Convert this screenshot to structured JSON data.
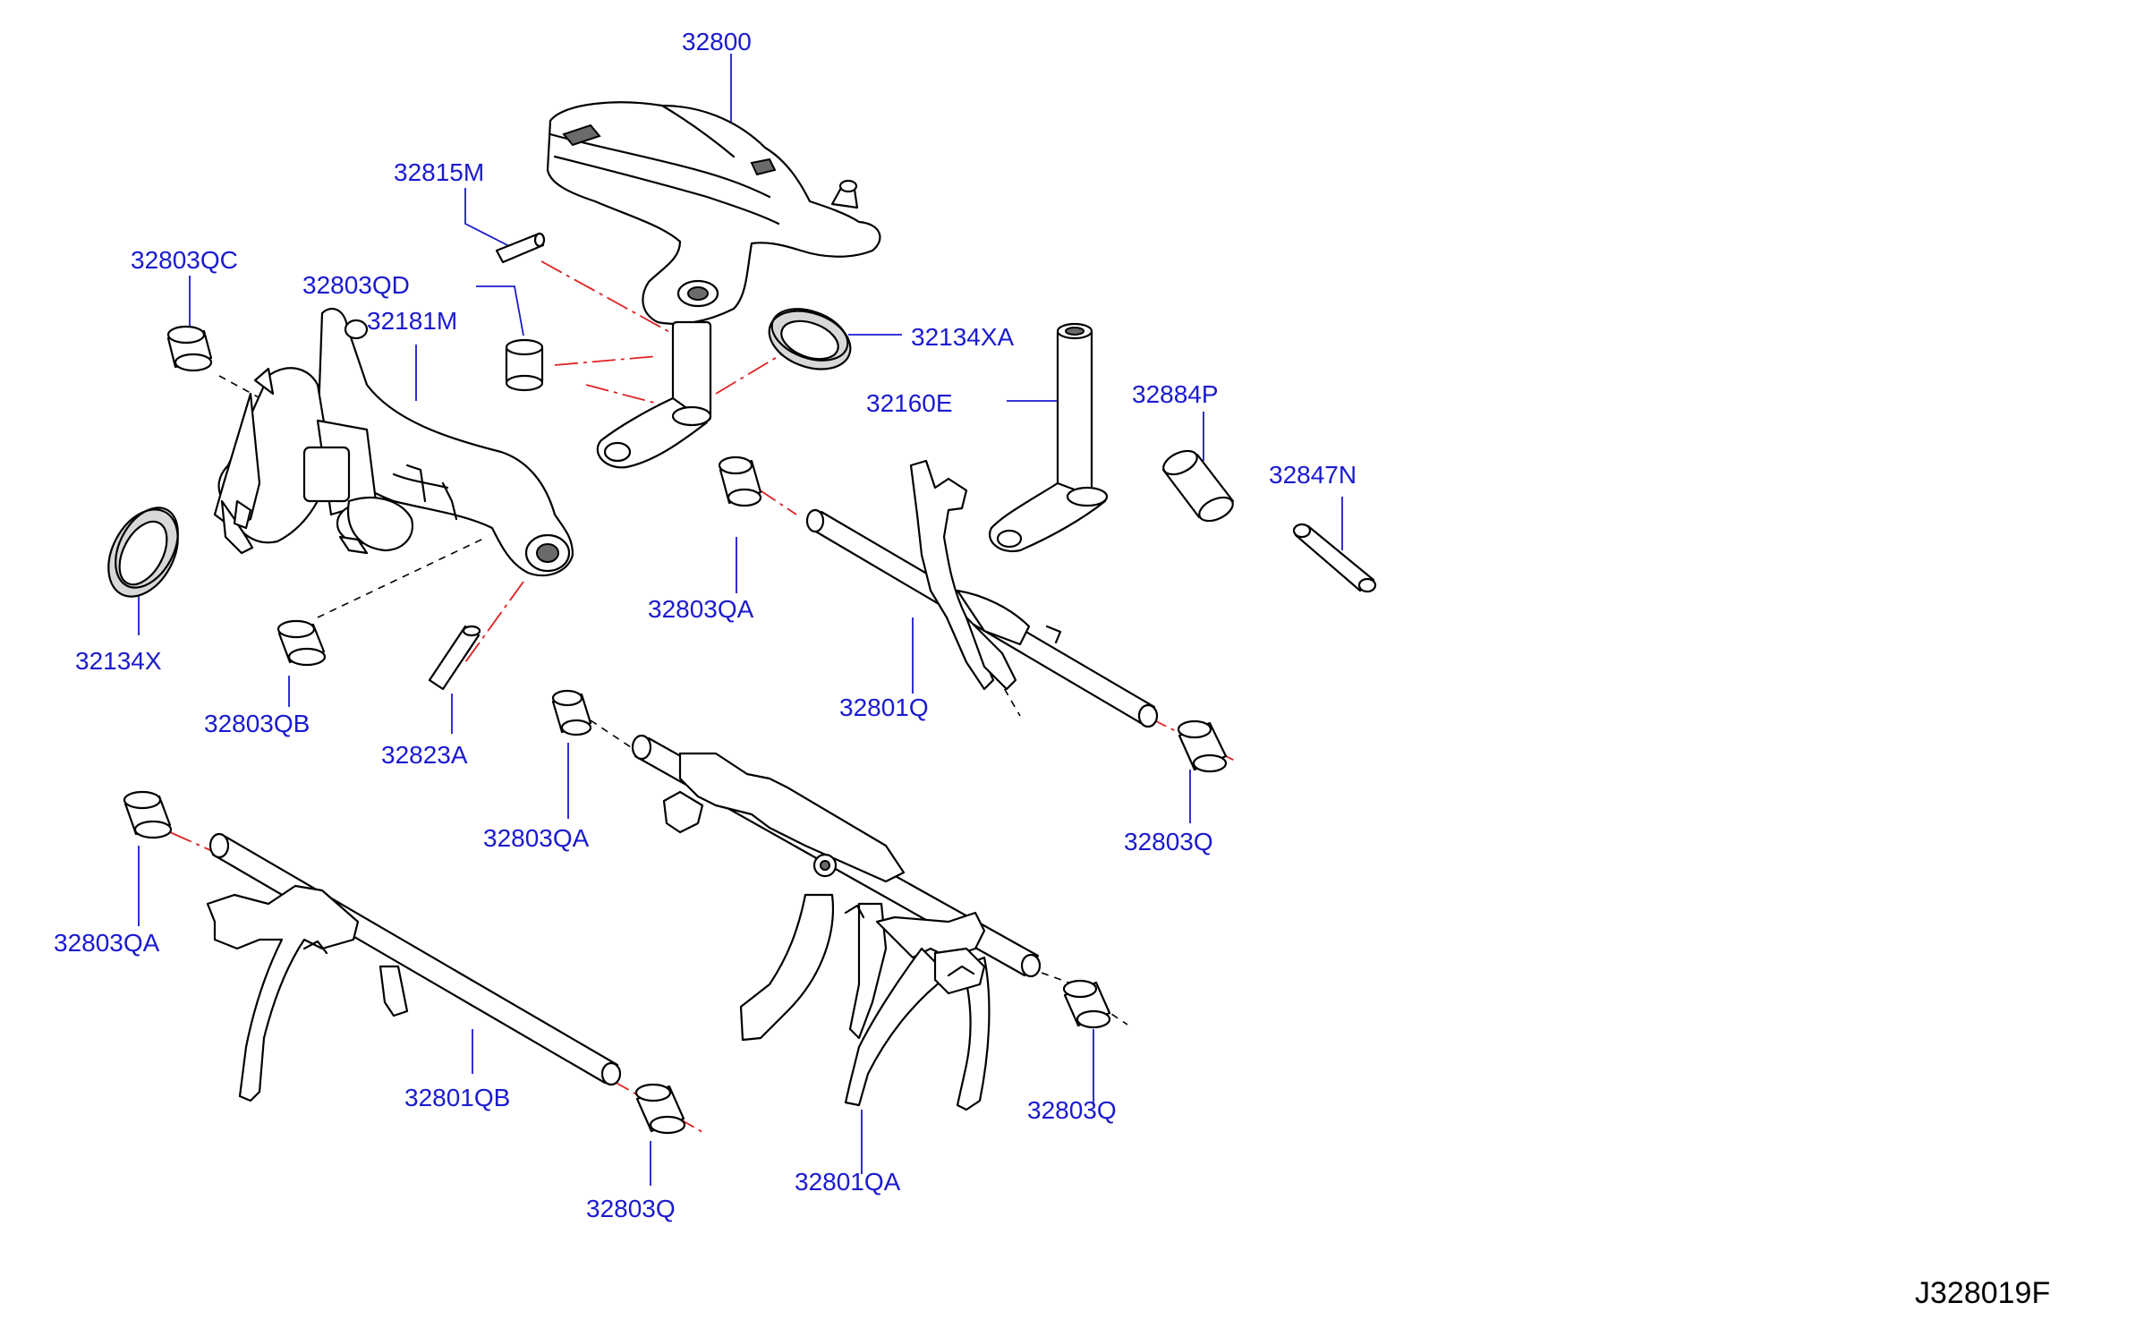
{
  "labels": {
    "l32800": "32800",
    "l32815M": "32815M",
    "l32803QC": "32803QC",
    "l32803QD": "32803QD",
    "l32181M": "32181M",
    "l32134XA": "32134XA",
    "l32160E": "32160E",
    "l32884P": "32884P",
    "l32847N": "32847N",
    "l32134X": "32134X",
    "l32803QA_top": "32803QA",
    "l32803QB": "32803QB",
    "l32823A": "32823A",
    "l32801Q": "32801Q",
    "l32803QA_mid": "32803QA",
    "l32803Q_right": "32803Q",
    "l32803QA_left": "32803QA",
    "l32801QB": "32801QB",
    "l32803Q_bottom": "32803Q",
    "l32803Q_mid": "32803Q",
    "l32801QA": "32801QA"
  },
  "diagram_code": "J328019F",
  "colors": {
    "label": "#1a1ad0",
    "axis_line": "#e02020",
    "outline": "#000000"
  }
}
